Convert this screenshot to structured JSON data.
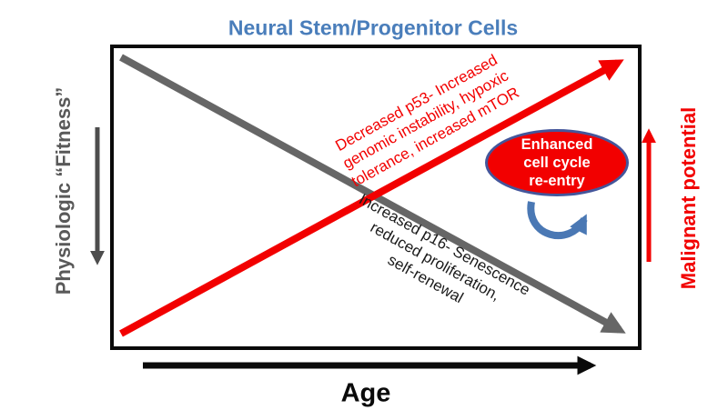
{
  "title": "Neural Stem/Progenitor Cells",
  "axes": {
    "left_label": "Physiologic “Fitness”",
    "right_label": "Malignant potential",
    "bottom_label": "Age"
  },
  "trends": {
    "malignancy_rise": {
      "lines": [
        "Decreased p53- Increased",
        "genomic instability, hypoxic",
        "tolerance, increased mTOR"
      ],
      "direction": "up-right"
    },
    "fitness_decline": {
      "lines": [
        "Increased p16- Senescence",
        "reduced proliferation,",
        "self-renewal"
      ],
      "direction": "down-right"
    }
  },
  "callout": {
    "lines": [
      "Enhanced",
      "cell cycle",
      "re-entry"
    ]
  },
  "icons": {
    "fitness_decline_arrow": "gray-diagonal-arrow-down-right",
    "malignancy_rise_arrow": "red-diagonal-arrow-up-right",
    "left_down_arrow": "gray-arrow-down",
    "right_up_arrow": "red-arrow-up",
    "age_axis_arrow": "black-arrow-right",
    "reentry_arrow": "blue-curved-cycle-arrow"
  },
  "colors": {
    "title_blue": "#4a7ebb",
    "red": "#f20000",
    "gray_arrow": "#666666",
    "dark_gray_text": "#595959",
    "black": "#0a0a0a",
    "ellipse_border_blue": "#44569b",
    "curve_arrow_blue": "#4a78b4",
    "callout_text": "#ffffff"
  }
}
